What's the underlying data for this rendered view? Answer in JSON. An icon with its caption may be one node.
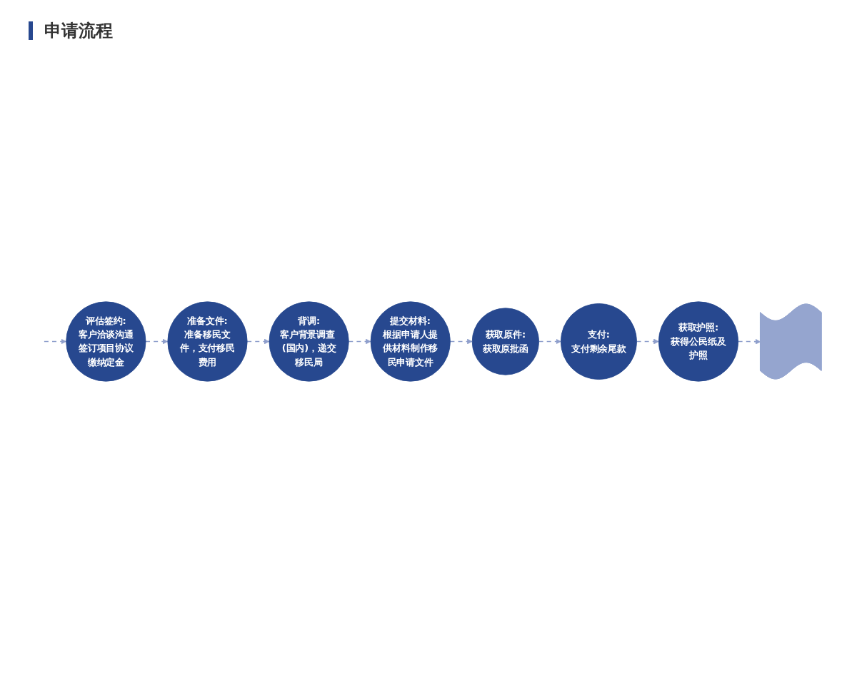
{
  "diagram": {
    "title": "申请流程",
    "nodes": [
      {
        "text": [
          "评估签约:",
          "客户洽谈沟通签订项目协议缴纳定金"
        ]
      },
      {
        "text": [
          "准备文件:",
          "准备移民文件，支付移民费用"
        ]
      },
      {
        "text": [
          "背调:",
          "客户背景调查 (国内)，递交移民局"
        ]
      },
      {
        "text": [
          "提交材料:",
          "根据申请人提供材料制作移民申请文件"
        ]
      },
      {
        "text": [
          "获取原件:",
          "获取原批函"
        ]
      },
      {
        "text": [
          "支付:",
          "支付剩余尾款"
        ]
      },
      {
        "text": [
          "获取护照:",
          "获得公民纸及护照"
        ]
      },
      {
        "text": [],
        "shape": "flag"
      }
    ],
    "edges": [
      {
        "from": null,
        "to": 0,
        "arrow": "to",
        "style": "dashed"
      },
      {
        "from": 0,
        "to": 1,
        "arrow": "to",
        "style": "dashed"
      },
      {
        "from": 1,
        "to": 2,
        "arrow": "to",
        "style": "dashed"
      },
      {
        "from": 2,
        "to": 3,
        "arrow": "to",
        "style": "dashed"
      },
      {
        "from": 3,
        "to": 4,
        "arrow": "to",
        "style": "dashed"
      },
      {
        "from": 4,
        "to": 5,
        "arrow": "to",
        "style": "dashed"
      },
      {
        "from": 5,
        "to": 6,
        "arrow": "to",
        "style": "dashed"
      },
      {
        "from": 6,
        "to": 7,
        "arrow": "to",
        "style": "dashed"
      }
    ]
  }
}
